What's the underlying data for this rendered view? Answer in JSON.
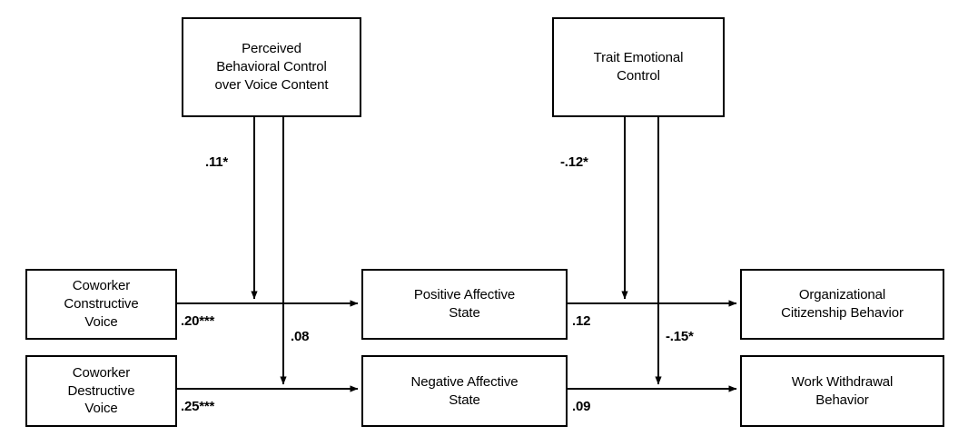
{
  "diagram": {
    "type": "path-model",
    "nodes": [
      {
        "id": "pbc",
        "label": "Perceived\nBehavioral Control\nover Voice Content"
      },
      {
        "id": "tec",
        "label": "Trait Emotional\nControl"
      },
      {
        "id": "ccv",
        "label": "Coworker\nConstructive\nVoice"
      },
      {
        "id": "cdv",
        "label": "Coworker\nDestructive\nVoice"
      },
      {
        "id": "pas",
        "label": "Positive Affective\nState"
      },
      {
        "id": "nas",
        "label": "Negative Affective\nState"
      },
      {
        "id": "ocb",
        "label": "Organizational\nCitizenship Behavior"
      },
      {
        "id": "wwb",
        "label": "Work Withdrawal\nBehavior"
      }
    ],
    "paths": [
      {
        "id": "ccv-pas",
        "from": "ccv",
        "to": "pas",
        "coefficient": ".20***"
      },
      {
        "id": "cdv-nas",
        "from": "cdv",
        "to": "nas",
        "coefficient": ".25***"
      },
      {
        "id": "pas-ocb",
        "from": "pas",
        "to": "ocb",
        "coefficient": ".12"
      },
      {
        "id": "nas-wwb",
        "from": "nas",
        "to": "wwb",
        "coefficient": ".09"
      },
      {
        "id": "pbc-mod-pos",
        "from": "pbc",
        "to": "ccv-pas",
        "coefficient": ".11*"
      },
      {
        "id": "pbc-mod-neg",
        "from": "pbc",
        "to": "cdv-nas",
        "coefficient": ".08"
      },
      {
        "id": "tec-mod-ocb",
        "from": "tec",
        "to": "pas-ocb",
        "coefficient": "-.12*"
      },
      {
        "id": "tec-mod-wwb",
        "from": "tec",
        "to": "nas-wwb",
        "coefficient": "-.15*"
      }
    ]
  },
  "colors": {
    "line": "#000000",
    "box_border": "#000000",
    "background": "#ffffff",
    "text": "#000000"
  }
}
